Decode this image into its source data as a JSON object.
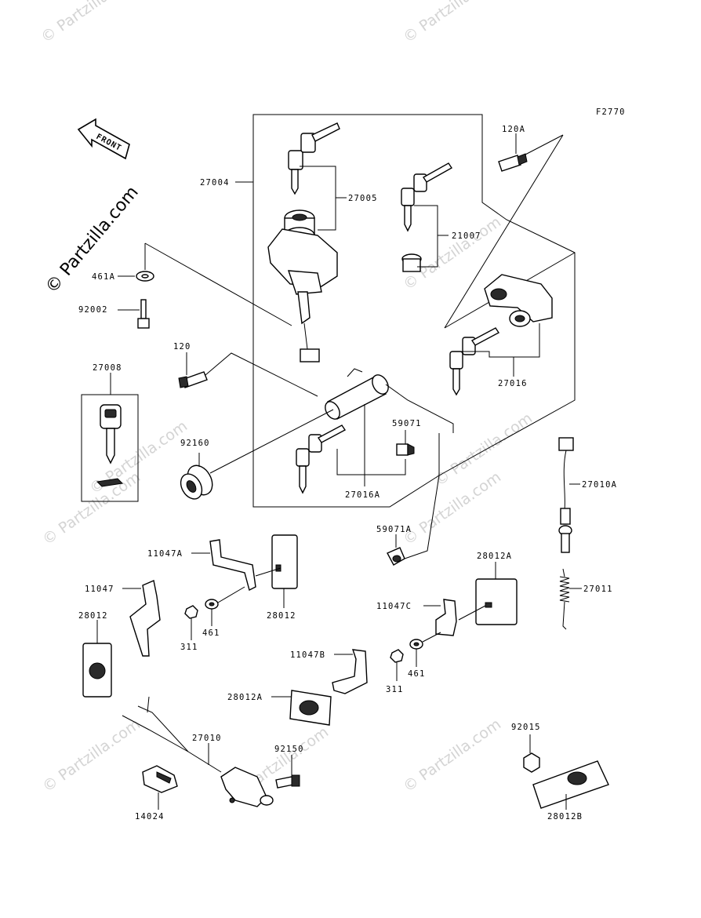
{
  "figure_code": "F2770",
  "front_arrow_text": "FRONT",
  "watermark_big": "© Partzilla.com",
  "watermarks": [
    "© Partzilla.com",
    "© Partzilla.com",
    "© Partzilla.com",
    "© Partzilla.com",
    "© Partzilla.com",
    "© Partzilla.com",
    "© Partzilla.com",
    "© Partzilla.com",
    "© Partzilla.com",
    "© Partzilla.com"
  ],
  "labels": {
    "p27004": "27004",
    "p27005": "27005",
    "p21007": "21007",
    "p120A": "120A",
    "p461A": "461A",
    "p92002": "92002",
    "p120": "120",
    "p27016": "27016",
    "p27008": "27008",
    "p59071": "59071",
    "p92160": "92160",
    "p27016A": "27016A",
    "p27010A": "27010A",
    "p59071A": "59071A",
    "p11047A": "11047A",
    "p28012A_top": "28012A",
    "p11047": "11047",
    "p27011": "27011",
    "p28012_left": "28012",
    "p28012_mid": "28012",
    "p461_left": "461",
    "p311_left": "311",
    "p11047C": "11047C",
    "p11047B": "11047B",
    "p461_right": "461",
    "p311_right": "311",
    "p28012A_mid": "28012A",
    "p27010": "27010",
    "p92150": "92150",
    "p92015": "92015",
    "p14024": "14024",
    "p28012B": "28012B"
  }
}
